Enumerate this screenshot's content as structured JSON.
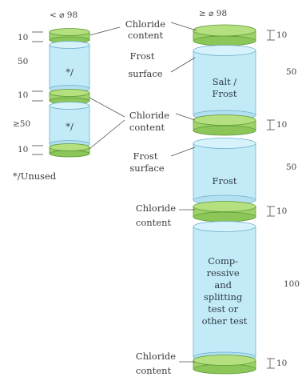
{
  "left_column": {
    "header": "< ⌀ 98",
    "dims": [
      "10",
      "50",
      "10",
      "≥50",
      "10"
    ],
    "segments": [
      "*/",
      "*/"
    ],
    "footnote": "*/Unused"
  },
  "right_column": {
    "header": "≥ ⌀ 98",
    "dims": [
      "10",
      "50",
      "10",
      "50",
      "10",
      "100",
      "10"
    ],
    "segments": [
      "Salt / Frost",
      "Frost",
      "Comp- ressive and splitting test or other test"
    ]
  },
  "labels": {
    "chloride_1": "Chloride content",
    "frost_surface_1": "Frost surface",
    "chloride_2": "Chloride content",
    "frost_surface_2": "Frost surface",
    "chloride_3": "Chloride content",
    "chloride_4": "Chloride content"
  },
  "colors": {
    "disc": "#9fd36a",
    "disc_edge": "#5f9a3a",
    "core": "#c2eaf7",
    "core_edge": "#6fb1cd"
  }
}
